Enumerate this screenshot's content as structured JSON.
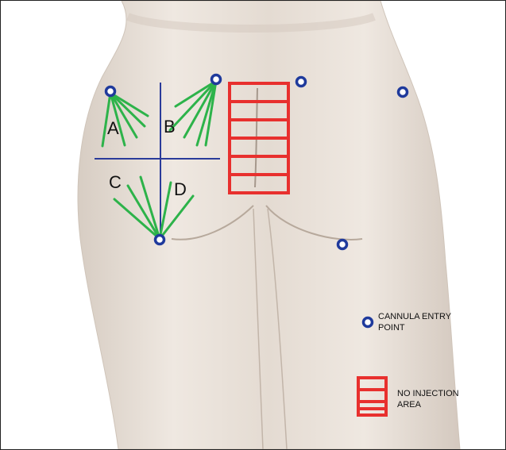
{
  "diagram": {
    "quadrant_labels": {
      "a": "A",
      "b": "B",
      "c": "C",
      "d": "D"
    },
    "legend": {
      "cannula_line1": "CANNULA ENTRY",
      "cannula_line2": "POINT",
      "no_injection_line1": "NO INJECTION",
      "no_injection_line2": "AREA"
    },
    "markers": {
      "cannula_entry_point": "blue ring",
      "fan_injection_path": "green fan lines",
      "quadrant_divider": "blue cross",
      "no_injection_zone": "red grid"
    }
  },
  "colors": {
    "background": "#ffffff",
    "skin": "#e9e1d9",
    "skin_shadow": "#c9bdb1",
    "cannula_entry": "#1f3a9c",
    "fan_lines": "#2db34a",
    "divider": "#2a3b9a",
    "no_injection": "#e8302e"
  }
}
